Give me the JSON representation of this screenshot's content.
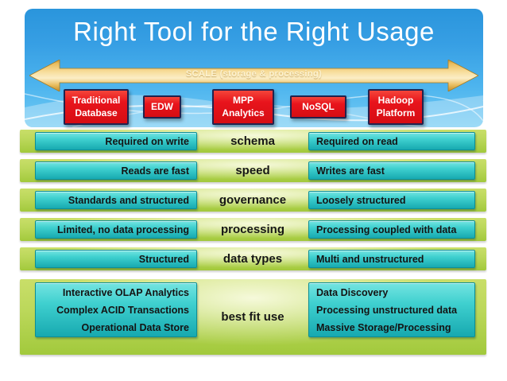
{
  "slide": {
    "title": "Right Tool for the Right Usage",
    "scale_arrow": {
      "label": "SCALE (storage & processing)"
    },
    "tools": [
      {
        "lines": [
          "Traditional",
          "Database"
        ]
      },
      {
        "lines": [
          "EDW"
        ]
      },
      {
        "lines": [
          "MPP",
          "Analytics"
        ]
      },
      {
        "lines": [
          "NoSQL"
        ]
      },
      {
        "lines": [
          "Hadoop",
          "Platform"
        ]
      }
    ],
    "comparison_rows": [
      {
        "left": "Required on write",
        "center": "schema",
        "right": "Required on read"
      },
      {
        "left": "Reads are fast",
        "center": "speed",
        "right": "Writes are fast"
      },
      {
        "left": "Standards and structured",
        "center": "governance",
        "right": "Loosely structured"
      },
      {
        "left": "Limited, no data processing",
        "center": "processing",
        "right": "Processing coupled with data"
      },
      {
        "left": "Structured",
        "center": "data types",
        "right": "Multi and unstructured"
      }
    ],
    "best_fit_row": {
      "center": "best fit use",
      "left_lines": [
        "Interactive OLAP Analytics",
        "Complex ACID Transactions",
        "Operational Data Store"
      ],
      "right_lines": [
        "Data Discovery",
        "Processing unstructured data",
        "Massive Storage/Processing"
      ]
    },
    "colors": {
      "panel_blue": "#3aa7e8",
      "arrow_gold": "#f3d789",
      "tool_red": "#e8141c",
      "bar_green": "#aecf44",
      "box_teal": "#2cc5c9",
      "title_text": "#ffffff",
      "body_text": "#141414"
    }
  }
}
